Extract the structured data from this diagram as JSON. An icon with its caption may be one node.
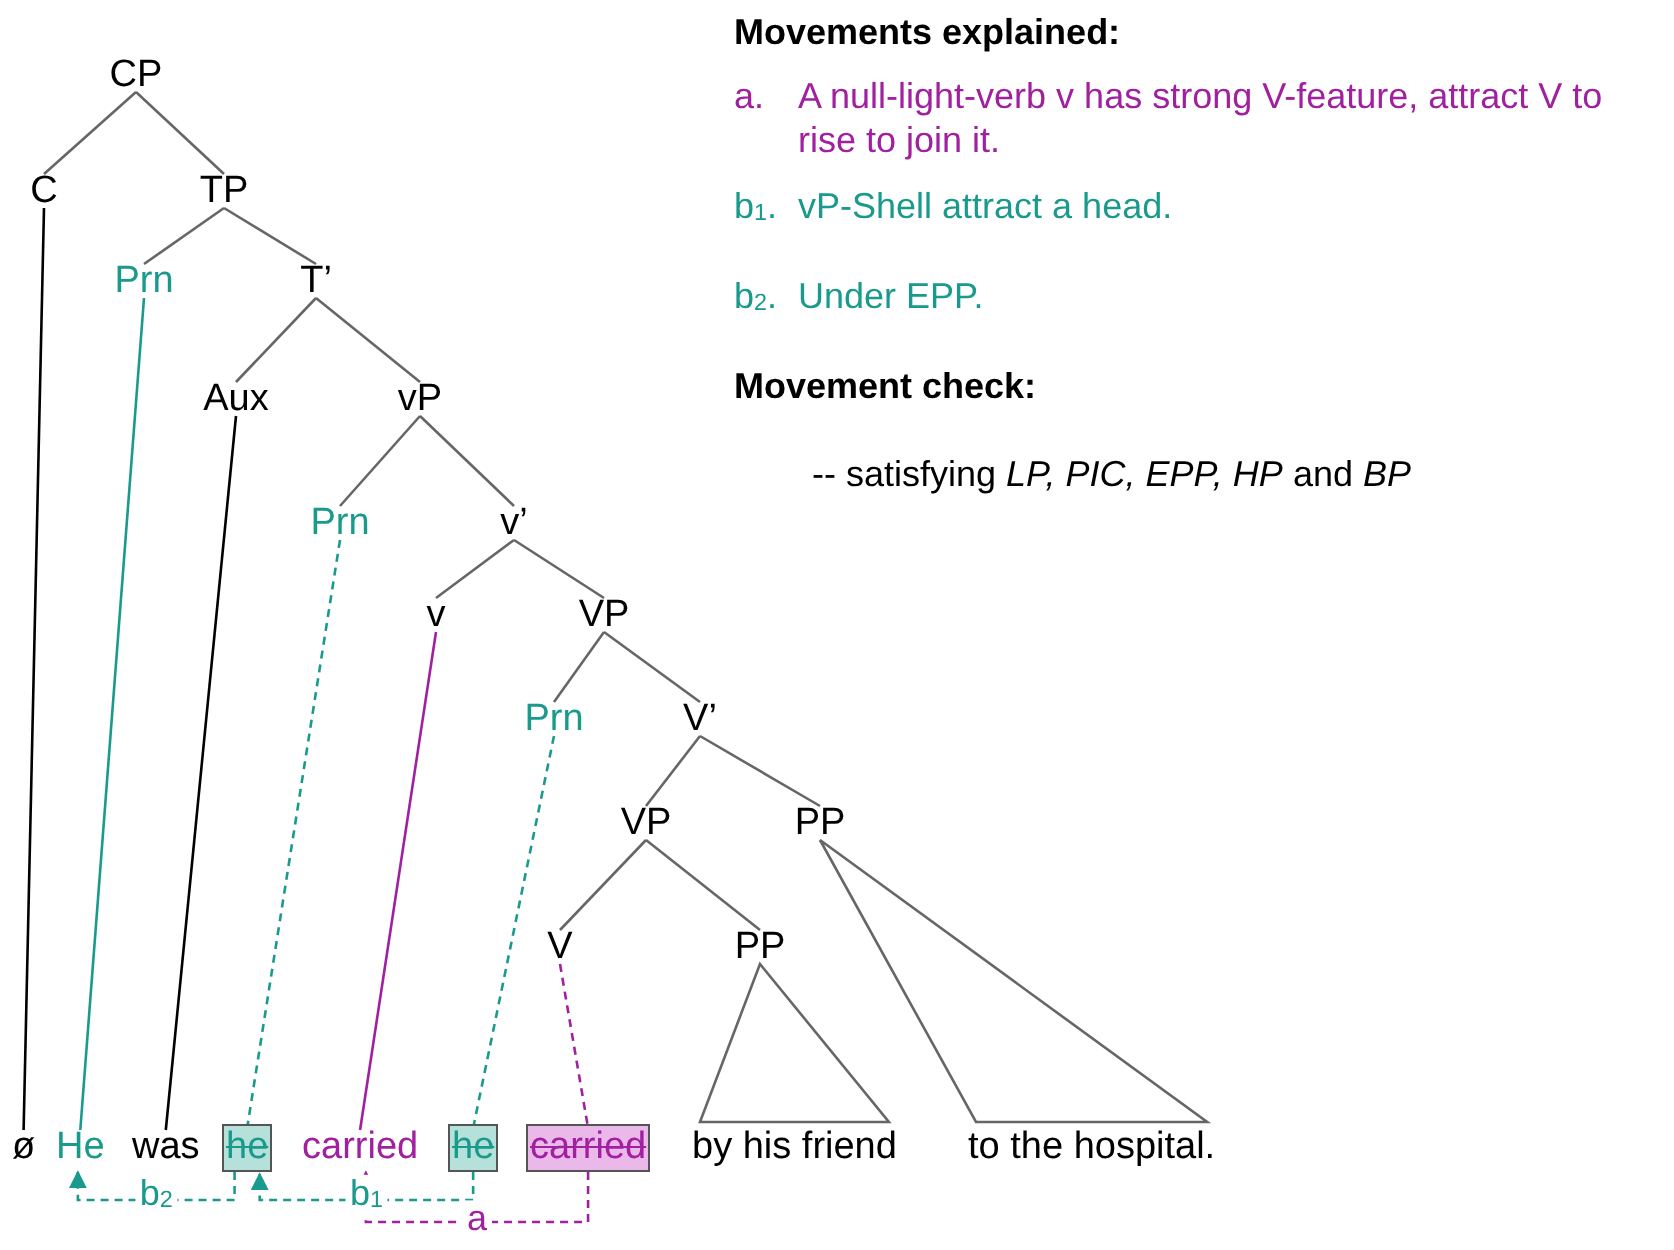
{
  "diagram": {
    "nodes": [
      {
        "text": [
          "CP"
        ]
      },
      {
        "text": [
          "C"
        ]
      },
      {
        "text": [
          "TP"
        ]
      },
      {
        "text": [
          "Prn"
        ]
      },
      {
        "text": [
          "T’"
        ]
      },
      {
        "text": [
          "Aux"
        ]
      },
      {
        "text": [
          "vP"
        ]
      },
      {
        "text": [
          "Prn"
        ]
      },
      {
        "text": [
          "v’"
        ]
      },
      {
        "text": [
          "v"
        ]
      },
      {
        "text": [
          "VP"
        ]
      },
      {
        "text": [
          "Prn"
        ]
      },
      {
        "text": [
          "V’"
        ]
      },
      {
        "text": [
          "VP"
        ]
      },
      {
        "text": [
          "PP"
        ]
      },
      {
        "text": [
          "V"
        ]
      },
      {
        "text": [
          "PP"
        ]
      },
      {
        "text": [
          "ø"
        ]
      },
      {
        "text": [
          "He"
        ]
      },
      {
        "text": [
          "was"
        ]
      },
      {
        "text": [
          "he"
        ]
      },
      {
        "text": [
          "carried"
        ]
      },
      {
        "text": [
          "he"
        ]
      },
      {
        "text": [
          "carried"
        ]
      },
      {
        "text": [
          "by his friend"
        ]
      },
      {
        "text": [
          "to the hospital."
        ]
      }
    ],
    "edges": [
      {
        "from": 0,
        "to": 1,
        "arrow": "none"
      },
      {
        "from": 0,
        "to": 2,
        "arrow": "none"
      },
      {
        "from": 2,
        "to": 3,
        "arrow": "none"
      },
      {
        "from": 2,
        "to": 4,
        "arrow": "none"
      },
      {
        "from": 4,
        "to": 5,
        "arrow": "none"
      },
      {
        "from": 4,
        "to": 6,
        "arrow": "none"
      },
      {
        "from": 6,
        "to": 7,
        "arrow": "none"
      },
      {
        "from": 6,
        "to": 8,
        "arrow": "none"
      },
      {
        "from": 8,
        "to": 9,
        "arrow": "none"
      },
      {
        "from": 8,
        "to": 10,
        "arrow": "none"
      },
      {
        "from": 10,
        "to": 11,
        "arrow": "none"
      },
      {
        "from": 10,
        "to": 12,
        "arrow": "none"
      },
      {
        "from": 12,
        "to": 13,
        "arrow": "none"
      },
      {
        "from": 12,
        "to": 14,
        "arrow": "none"
      },
      {
        "from": 13,
        "to": 15,
        "arrow": "none"
      },
      {
        "from": 13,
        "to": 16,
        "arrow": "none"
      },
      {
        "from": 16,
        "to": 24,
        "arrow": "none"
      },
      {
        "from": 14,
        "to": 25,
        "arrow": "none"
      },
      {
        "from": 1,
        "to": 17,
        "arrow": "none",
        "color": "#000000"
      },
      {
        "from": 3,
        "to": 18,
        "arrow": "none",
        "color": "#1a9a8c"
      },
      {
        "from": 5,
        "to": 19,
        "arrow": "none",
        "color": "#000000"
      },
      {
        "from": 7,
        "to": 20,
        "arrow": "none",
        "style": "dashed",
        "color": "#1a9a8c"
      },
      {
        "from": 9,
        "to": 21,
        "arrow": "none",
        "color": "#a020a0"
      },
      {
        "from": 11,
        "to": 22,
        "arrow": "none",
        "style": "dashed",
        "color": "#1a9a8c"
      },
      {
        "from": 15,
        "to": 23,
        "arrow": "none",
        "style": "dashed",
        "color": "#a020a0"
      },
      {
        "from": 20,
        "to": 18,
        "arrow": "to",
        "label": "b$_{2}$",
        "style": "dashed",
        "color": "#1a9a8c"
      },
      {
        "from": 22,
        "to": 20,
        "arrow": "to",
        "label": "b$_{1}$",
        "style": "dashed",
        "color": "#1a9a8c"
      },
      {
        "from": 23,
        "to": 21,
        "arrow": "to",
        "label": "a",
        "style": "dashed",
        "color": "#a020a0"
      }
    ],
    "labels": [
      "Movements explained:",
      "a.",
      "A null-light-verb v has strong V-feature, attract V to rise to join it.",
      "b$_{1}$.",
      "vP-Shell attract a head.",
      "b$_{2}$.",
      "Under EPP.",
      "Movement check:",
      "-- satisfying *LP, PIC, EPP, HP* and *BP*"
    ]
  }
}
